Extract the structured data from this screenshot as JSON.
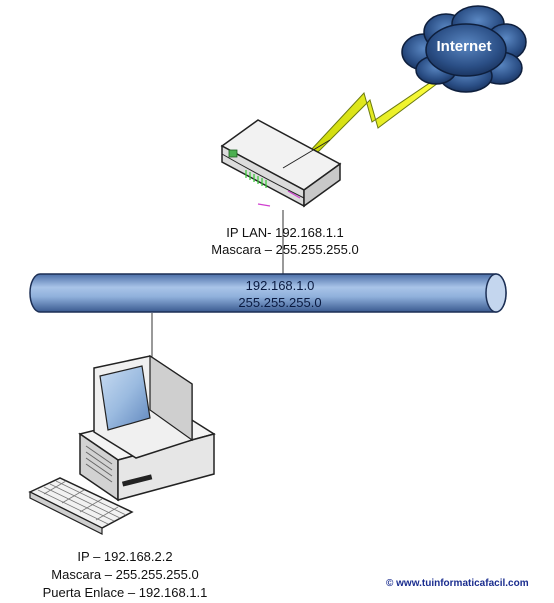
{
  "cloud": {
    "label": "Internet"
  },
  "router": {
    "line1": "IP LAN- 192.168.1.1",
    "line2": "Mascara – 255.255.255.0"
  },
  "network": {
    "line1": "192.168.1.0",
    "line2": "255.255.255.0"
  },
  "pc": {
    "line1": "IP – 192.168.2.2",
    "line2": "Mascara – 255.255.255.0",
    "line3": "Puerta Enlace – 192.168.1.1"
  },
  "watermark": {
    "symbol": "©",
    "text": "www.tuinformaticafacil.com"
  }
}
